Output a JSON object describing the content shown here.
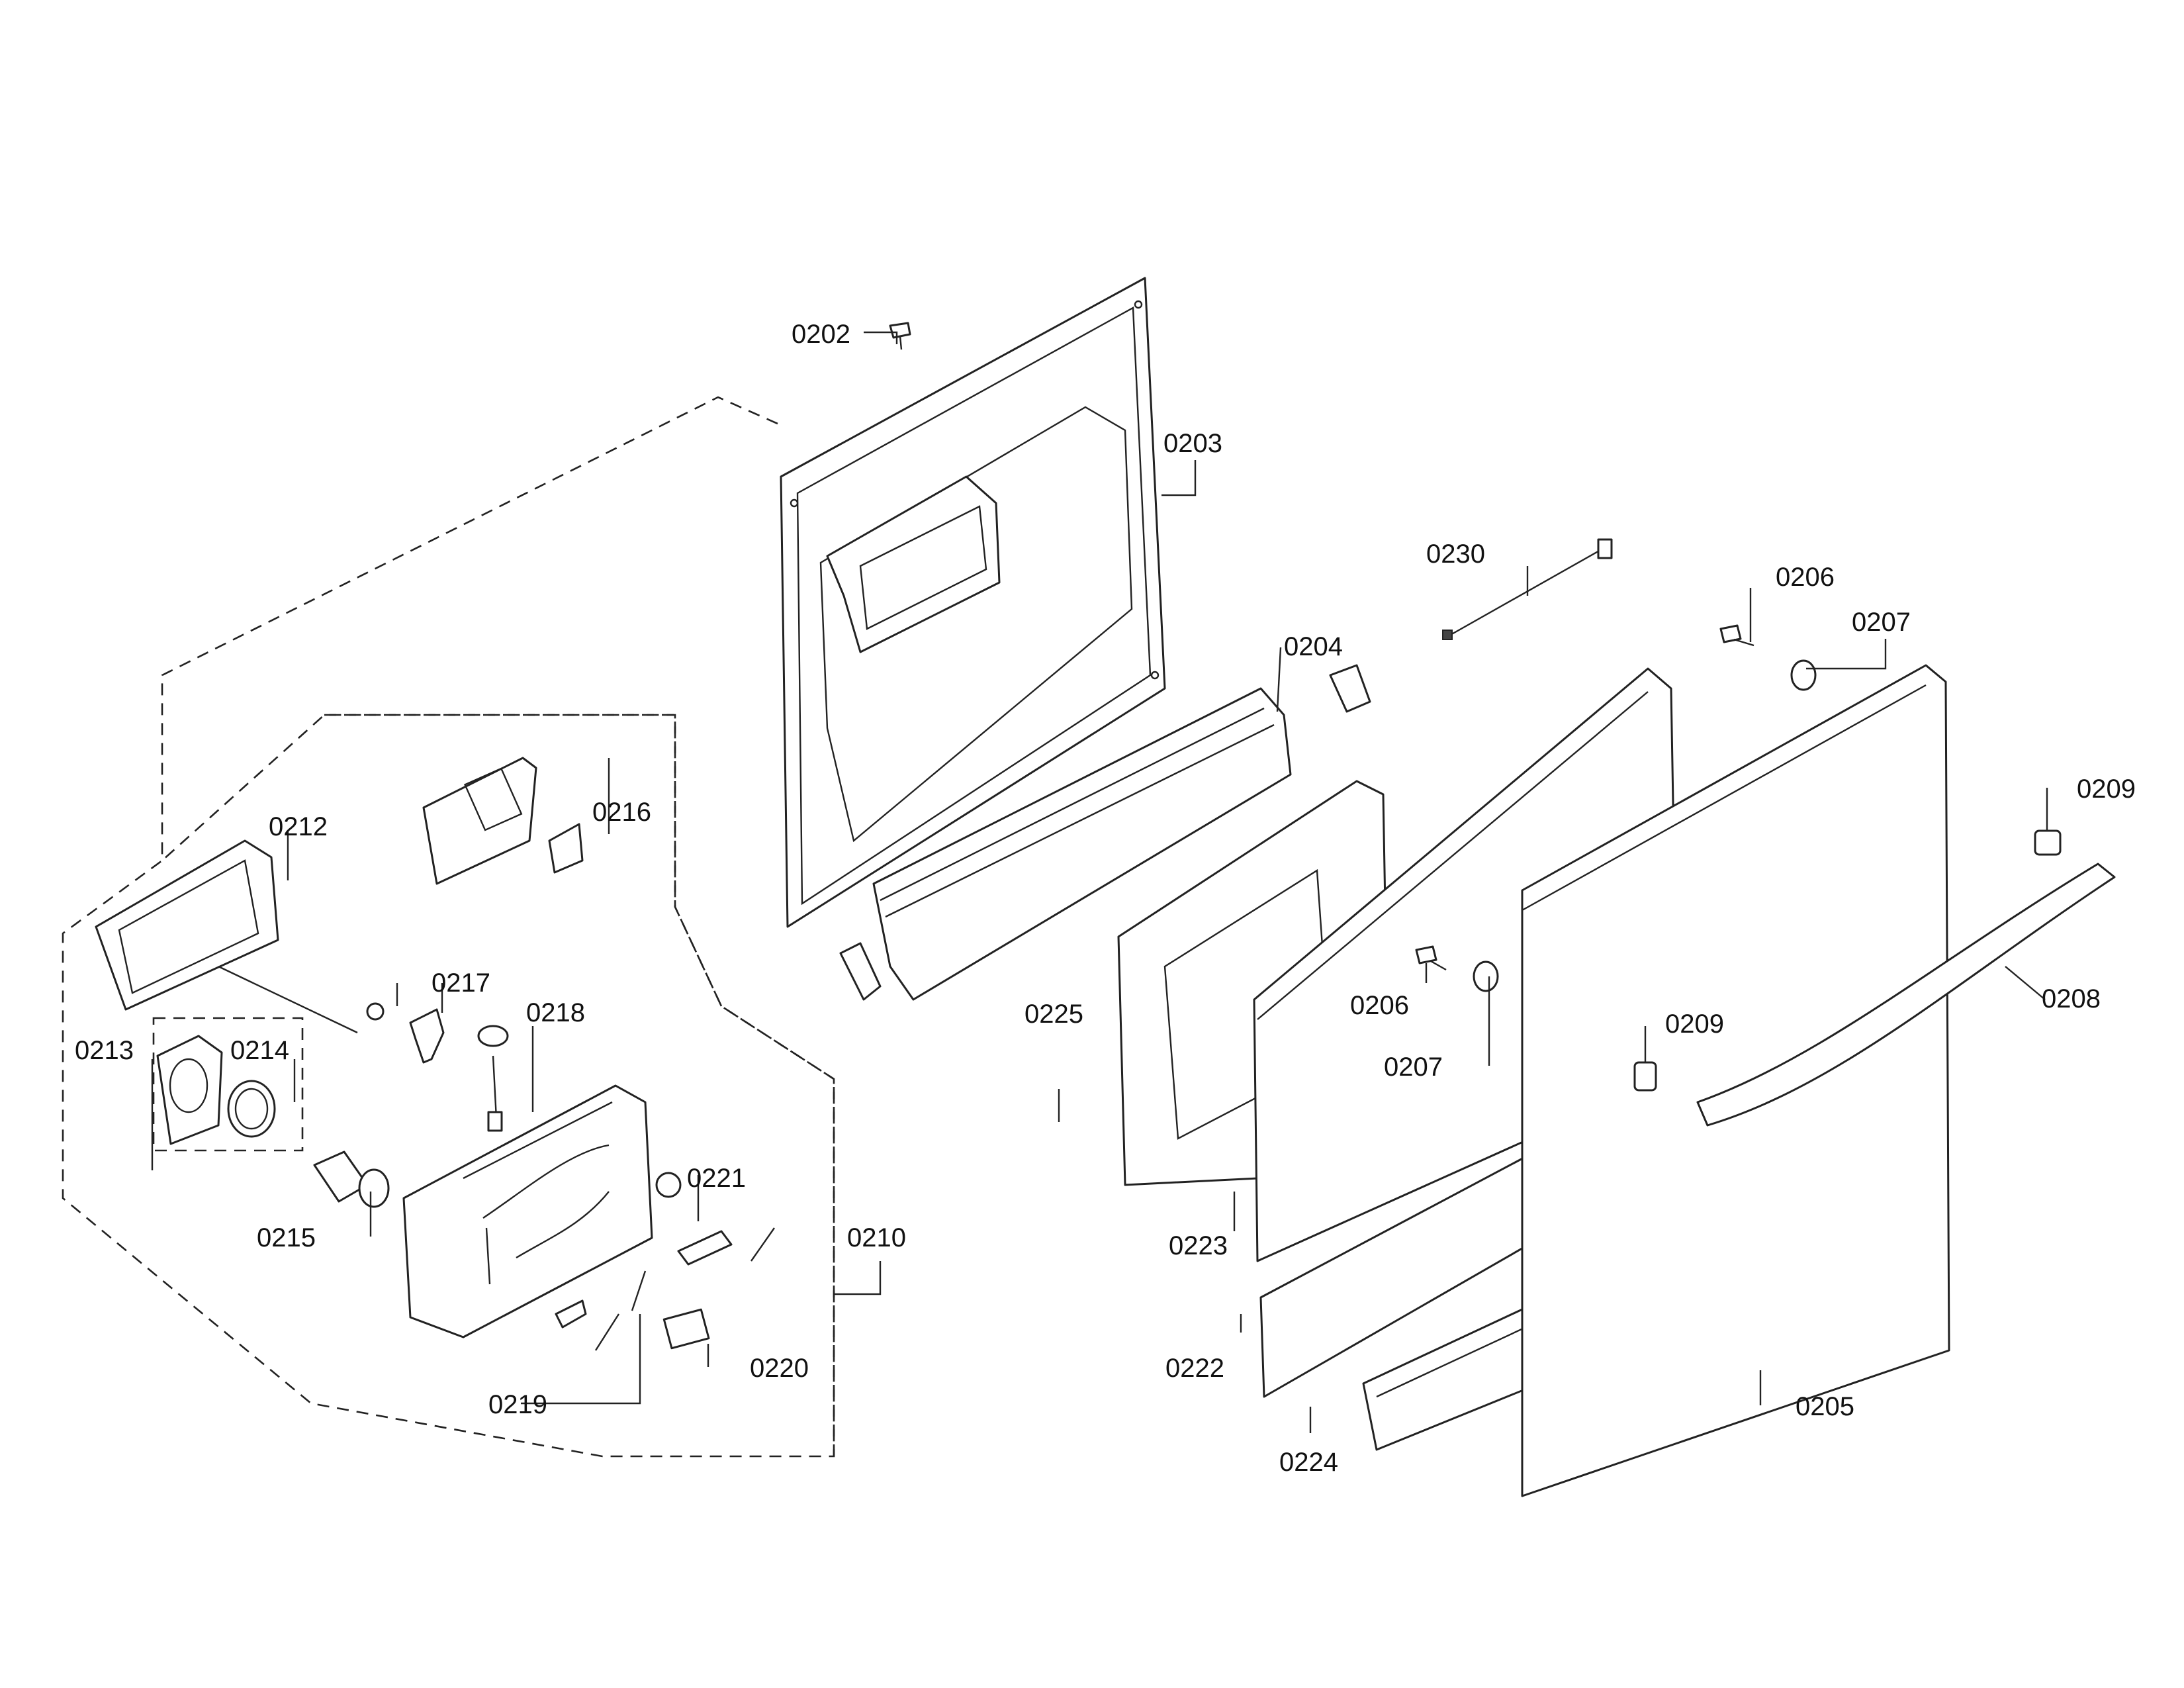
{
  "labels": {
    "p0202": "0202",
    "p0203": "0203",
    "p0204": "0204",
    "p0205": "0205",
    "p0206_top": "0206",
    "p0206_mid": "0206",
    "p0207_top": "0207",
    "p0207_mid": "0207",
    "p0208": "0208",
    "p0209_top": "0209",
    "p0209_mid": "0209",
    "p0210": "0210",
    "p0212": "0212",
    "p0213": "0213",
    "p0214": "0214",
    "p0215": "0215",
    "p0216": "0216",
    "p0217": "0217",
    "p0218": "0218",
    "p0219": "0219",
    "p0220": "0220",
    "p0221": "0221",
    "p0222": "0222",
    "p0223": "0223",
    "p0224": "0224",
    "p0225": "0225",
    "p0230": "0230"
  }
}
